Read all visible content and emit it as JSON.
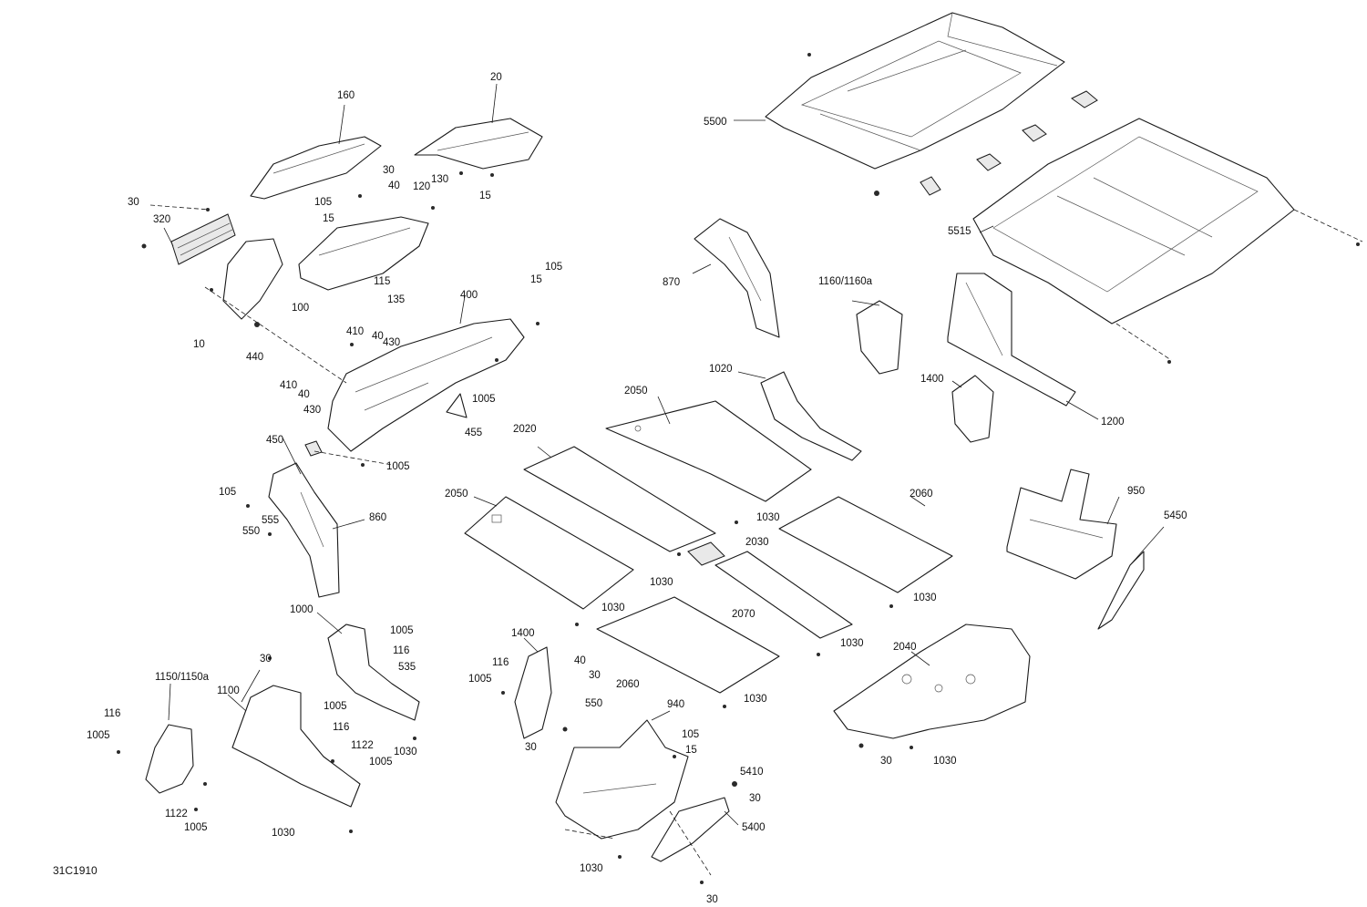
{
  "figure": {
    "reference_code": "31C1910",
    "callouts": {
      "c160": "160",
      "c20": "20",
      "c30a": "30",
      "c40a": "40",
      "c130": "130",
      "c120": "120",
      "c15a": "15",
      "c30b": "30",
      "c320": "320",
      "c105a": "105",
      "c15b": "15",
      "c115": "115",
      "c100": "100",
      "c135": "135",
      "c10": "10",
      "c440": "440",
      "c400": "400",
      "c15c": "15",
      "c105b": "105",
      "c410a": "410",
      "c40b": "40",
      "c430a": "430",
      "c410b": "410",
      "c40c": "40",
      "c430b": "430",
      "c1005a": "1005",
      "c455": "455",
      "c450": "450",
      "c1005b": "1005",
      "c105c": "105",
      "c555": "555",
      "c550a": "550",
      "c860": "860",
      "c5500": "5500",
      "c5515": "5515",
      "c870": "870",
      "c1160": "1160/1160a",
      "c1020": "1020",
      "c1400a": "1400",
      "c1200": "1200",
      "c2050a": "2050",
      "c2020": "2020",
      "c2050b": "2050",
      "c1030a": "1030",
      "c2030": "2030",
      "c2060a": "2060",
      "c950": "950",
      "c5450": "5450",
      "c1030b": "1030",
      "c1030c": "1030",
      "c2070": "2070",
      "c1030d": "1030",
      "c1030e": "1030",
      "c2040": "2040",
      "c1000": "1000",
      "c1005c": "1005",
      "c116a": "116",
      "c535": "535",
      "c30c": "30",
      "c1150": "1150/1150a",
      "c1100": "1100",
      "c1005d": "1005",
      "c116b": "116",
      "c1122a": "1122",
      "c1005e": "1005",
      "c1030f": "1030",
      "c116c": "116",
      "c1005f": "1005",
      "c1122b": "1122",
      "c1005g": "1005",
      "c1030g": "1030",
      "c1400b": "1400",
      "c116d": "116",
      "c1005h": "1005",
      "c40d": "40",
      "c30d": "30",
      "c2060b": "2060",
      "c1030h": "1030",
      "c550b": "550",
      "c940": "940",
      "c30e": "30",
      "c105d": "105",
      "c15d": "15",
      "c5410": "5410",
      "c30f": "30",
      "c5400": "5400",
      "c1030i": "1030",
      "c30g": "30",
      "c30h": "30",
      "c1030j": "1030"
    }
  },
  "colors": {
    "line": "#1a1a1a",
    "fill": "#ffffff",
    "shade": "#e9e9e9"
  }
}
